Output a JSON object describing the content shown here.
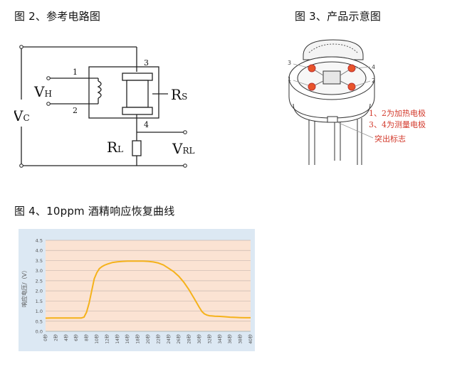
{
  "captions": {
    "fig2": "图 2、参考电路图",
    "fig3": "图 3、产品示意图",
    "fig4": "图 4、10ppm 酒精响应恢复曲线"
  },
  "circuit": {
    "vc": "V",
    "vc_sub": "C",
    "vh": "V",
    "vh_sub": "H",
    "rs": "R",
    "rs_sub": "S",
    "rl": "R",
    "rl_sub": "L",
    "vrl": "V",
    "vrl_sub": "RL",
    "pins": [
      "1",
      "2",
      "3",
      "4"
    ]
  },
  "product": {
    "pins": [
      "3",
      "1",
      "4",
      "2"
    ],
    "note1": "1、2为加热电极",
    "note2": "3、4为测量电极",
    "note3": "突出标志",
    "accent": "#e8542a",
    "note_color": "#d33a2c"
  },
  "chart_data": {
    "type": "line",
    "ylabel": "响应电压/（V）",
    "xlabel": "",
    "ylim": [
      0,
      4.5
    ],
    "yticks": [
      "0.0",
      "0.5",
      "1.0",
      "1.5",
      "2.0",
      "2.5",
      "3.0",
      "3.5",
      "4.0",
      "4.5"
    ],
    "xticks": [
      "0秒",
      "2秒",
      "4秒",
      "6秒",
      "8秒",
      "10秒",
      "12秒",
      "14秒",
      "16秒",
      "18秒",
      "20秒",
      "22秒",
      "24秒",
      "26秒",
      "28秒",
      "30秒",
      "32秒",
      "34秒",
      "36秒",
      "38秒",
      "40秒"
    ],
    "grid": true,
    "line_color": "#f5b21b",
    "plot_background": "#fbe3d3",
    "frame_background": "#dce8f3",
    "series": [
      {
        "x": [
          0,
          1,
          2,
          3,
          4,
          5,
          6,
          7,
          7.5,
          8,
          8.5,
          9,
          9.5,
          10,
          10.5,
          11,
          11.5,
          12,
          13,
          14,
          15,
          16,
          17,
          18,
          19,
          20,
          21,
          22,
          23,
          24,
          25,
          26,
          27,
          28,
          29,
          30,
          30.5,
          31,
          31.5,
          32,
          32.5,
          33,
          34,
          35,
          36,
          37,
          38,
          39,
          40
        ],
        "values": [
          0.65,
          0.66,
          0.66,
          0.66,
          0.66,
          0.66,
          0.66,
          0.66,
          0.7,
          0.95,
          1.4,
          2.0,
          2.6,
          2.9,
          3.1,
          3.2,
          3.27,
          3.32,
          3.4,
          3.44,
          3.46,
          3.47,
          3.47,
          3.47,
          3.47,
          3.46,
          3.43,
          3.38,
          3.28,
          3.12,
          2.95,
          2.72,
          2.42,
          2.05,
          1.62,
          1.18,
          0.98,
          0.86,
          0.8,
          0.77,
          0.76,
          0.75,
          0.74,
          0.72,
          0.7,
          0.69,
          0.68,
          0.67,
          0.67
        ]
      }
    ]
  }
}
